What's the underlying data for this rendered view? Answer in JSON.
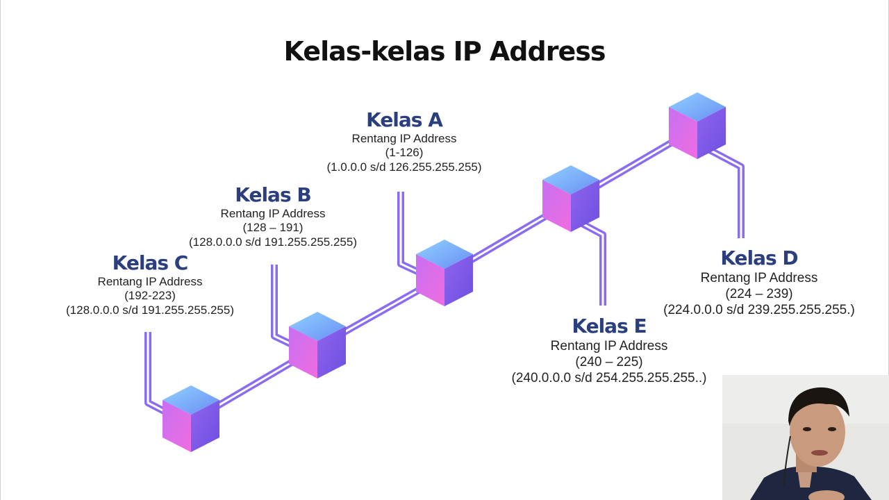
{
  "title": "Kelas-kelas IP Address",
  "colors": {
    "heading": "#2b3f7e",
    "pipe": "#8a6cf0",
    "cube_top": "#74b9f8",
    "cube_left": "#ea6ce6",
    "cube_right": "#7d58e8"
  },
  "classes": {
    "a": {
      "name": "Kelas A",
      "caption": "Rentang IP Address",
      "range": "(1-126)",
      "addresses": "(1.0.0.0 s/d 126.255.255.255)"
    },
    "b": {
      "name": "Kelas B",
      "caption": "Rentang IP Address",
      "range": "(128 – 191)",
      "addresses": "(128.0.0.0 s/d 191.255.255.255)"
    },
    "c": {
      "name": "Kelas C",
      "caption": "Rentang IP Address",
      "range": "(192-223)",
      "addresses": "(128.0.0.0 s/d 191.255.255.255)"
    },
    "d": {
      "name": "Kelas D",
      "caption": "Rentang IP Address",
      "range": "(224 – 239)",
      "addresses": "(224.0.0.0 s/d 239.255.255.255.)"
    },
    "e": {
      "name": "Kelas E",
      "caption": "Rentang IP Address",
      "range": "(240 – 225)",
      "addresses": "(240.0.0.0 s/d 254.255.255.255..)"
    }
  },
  "webcam": {
    "description_icon": "presenter-webcam"
  }
}
